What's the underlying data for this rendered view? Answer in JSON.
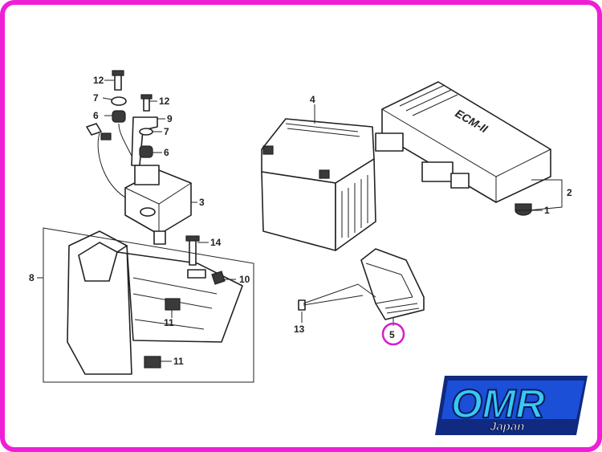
{
  "callouts": [
    {
      "id": "c12a",
      "text": "12"
    },
    {
      "id": "c7a",
      "text": "7"
    },
    {
      "id": "c6a",
      "text": "6"
    },
    {
      "id": "c12b",
      "text": "12"
    },
    {
      "id": "c9",
      "text": "9"
    },
    {
      "id": "c7b",
      "text": "7"
    },
    {
      "id": "c6b",
      "text": "6"
    },
    {
      "id": "c3",
      "text": "3"
    },
    {
      "id": "c4",
      "text": "4"
    },
    {
      "id": "c2",
      "text": "2"
    },
    {
      "id": "c1",
      "text": "1"
    },
    {
      "id": "c14",
      "text": "14"
    },
    {
      "id": "c8",
      "text": "8"
    },
    {
      "id": "c10",
      "text": "10"
    },
    {
      "id": "c11a",
      "text": "11"
    },
    {
      "id": "c11b",
      "text": "11"
    },
    {
      "id": "c13",
      "text": "13"
    },
    {
      "id": "c5",
      "text": "5"
    }
  ],
  "ecu_label": "ECM-II",
  "logo": {
    "main": "OMR",
    "sub": "Japan"
  },
  "colors": {
    "frame": "#ee1fd6",
    "highlight": "#d81bd0",
    "logo_blue": "#1b4fd8",
    "logo_cyan": "#38c8f2"
  }
}
